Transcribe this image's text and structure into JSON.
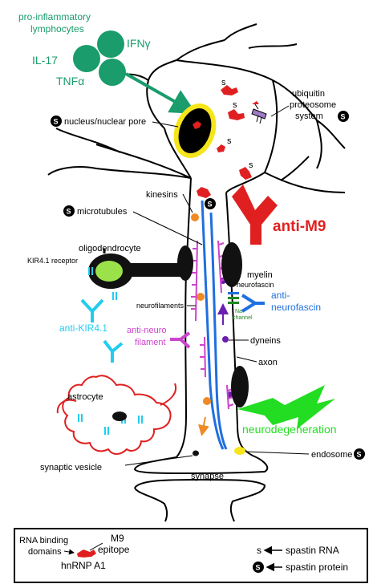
{
  "colors": {
    "green_cytokine": "#1a9c6c",
    "red": "#e02020",
    "blue": "#1f6fe0",
    "magenta": "#cc44cc",
    "cyan": "#22ccee",
    "lime": "#22dd22",
    "orange": "#f08a24",
    "purple": "#6a1fb0",
    "yellow": "#f5e51a",
    "dark_green": "#228822"
  },
  "cytokines": {
    "header": "pro-inflammatory\nlymphocytes",
    "header_line1": "pro-inflammatory",
    "header_line2": "lymphocytes",
    "ifn": "IFNγ",
    "il17": "IL-17",
    "tnf": "TNFα"
  },
  "labels": {
    "nucleus": "nucleus/nuclear pore",
    "ubiquitin_line1": "ubiquitin",
    "ubiquitin_line2": "proteosome",
    "ubiquitin_line3": "system",
    "kinesins": "kinesins",
    "microtubules": "microtubules",
    "anti_m9": "anti-M9",
    "oligodendrocyte": "oligodendrocyte",
    "kir_receptor": "KIR4.1 receptor",
    "anti_kir": "anti-KIR4.1",
    "myelin": "myelin",
    "neurofascin": "neurofascin",
    "na_channel_line1": "Na⁺",
    "na_channel_line2": "channel",
    "anti_neurofascin_line1": "anti-",
    "anti_neurofascin_line2": "neurofascin",
    "neurofilaments": "neurofilaments",
    "anti_nf_line1": "anti-neuro",
    "anti_nf_line2": "filament",
    "dyneins": "dyneins",
    "axon": "axon",
    "astrocyte": "astrocyte",
    "neurodegeneration": "neurodegeneration",
    "endosome": "endosome",
    "synaptic_vesicle": "synaptic vesicle",
    "synapse": "synapse",
    "s_letter": "s",
    "S_letter": "S"
  },
  "legend": {
    "rna_line1": "RNA binding",
    "rna_line2": "domains",
    "m9_line1": "M9",
    "m9_line2": "epitope",
    "hnrnp": "hnRNP A1",
    "spastin_rna_symbol": "s",
    "spastin_rna": "spastin RNA",
    "spastin_protein": "spastin protein"
  }
}
